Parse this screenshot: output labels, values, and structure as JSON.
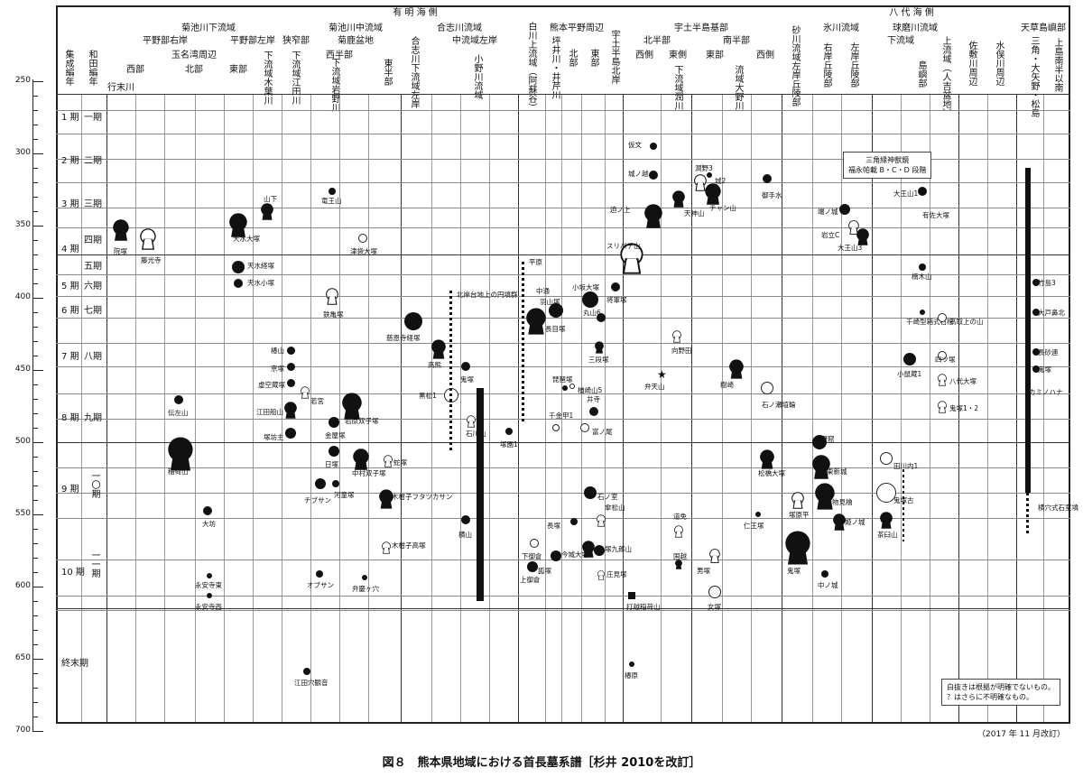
{
  "caption": "図８　熊本県地域における首長墓系譜［杉井 2010を改訂］",
  "revised_note": "（2017 年 11 月改訂）",
  "legend_note": [
    "白抜きは根拠が明確でないもの。",
    "？はさらに不明確なもの。"
  ],
  "inner_note": [
    "三角縁神獣鏡",
    "福永帕載 B・C・D 段階"
  ],
  "scale": [
    "250",
    "300",
    "350",
    "400",
    "450",
    "500",
    "550",
    "600",
    "650",
    "700"
  ],
  "col_head": {
    "shusei": "集成編年",
    "wada": "和田編年",
    "ariake": "有 明 海 側",
    "yatsushiro": "八 代 海 側"
  },
  "periods_shusei": [
    "1 期",
    "2 期",
    "3 期",
    "4 期",
    "5 期",
    "6 期",
    "7 期",
    "8 期",
    "9 期",
    "10 期",
    "終末期"
  ],
  "periods_wada": [
    "一期",
    "二期",
    "三期",
    "四期",
    "五期",
    "六期",
    "七期",
    "八期",
    "九期",
    "一〇期",
    "一一期"
  ],
  "regions": {
    "kikuchi_lower": "菊池川下流域",
    "kikuchi_mid": "菊池川中流域",
    "goshi": "合志川流域",
    "shirakawa": "白川上流域（阿蘇谷）",
    "kumamoto_plain": "熊本平野周辺",
    "uto_north": "宇土半島北岸",
    "uto_base": "宇土半島基部",
    "sunagawa": "砂川流域左岸丘陵部",
    "hikawa": "氷川流域",
    "kuma": "球磨川流域",
    "shiki": "佐敷川周辺",
    "minamata": "水俣川周辺",
    "amakusa": "天草島嶼部"
  },
  "subregions": {
    "plain_right": "平野部右岸",
    "plain_left": "平野部左岸",
    "narrow": "狭窄部",
    "tamana": "玉名湾周辺",
    "west": "西部",
    "north": "北部",
    "east": "東部",
    "yukisue": "行末川",
    "kiba": "下流域木葉川",
    "eda": "下流域江田川",
    "kanoka": "菊鹿盆地",
    "westhalf": "西半部",
    "iwano": "下流域岩野川",
    "easthalf": "東半部",
    "goshi_left": "合志川下流域左岸",
    "goshi_mid": "中流域左岸",
    "yoshi_lower": "流域",
    "koono": "小野川流域",
    "iwano2": "下流域岩野川",
    "tsuboi": "坪井川・井芹川",
    "kita": "北部",
    "higashi": "東部",
    "uto_n": "北半部",
    "uto_s": "南半部",
    "w": "西側",
    "e": "東側",
    "jun": "下流域潤川",
    "oono": "流域大野川",
    "right_hill": "右岸丘陵部",
    "left_hill": "左岸丘陵部",
    "hirano": "平野部",
    "kuma_lower": "下流域",
    "kuma_upper": "上流域（人吉盆地）",
    "kuma_right": "右岸",
    "shimago": "島嶼部",
    "sankaku": "三角・大矢野・松島",
    "kamishima": "上島南半以南"
  },
  "sites": [
    "院塚",
    "藤光寺",
    "天水大塚",
    "天水経塚",
    "天水小塚",
    "山下",
    "竜王山",
    "津袋大塚",
    "鉄亀塚",
    "伝左山",
    "稲荷山",
    "大坊",
    "永安寺東",
    "永安寺西",
    "椿山",
    "京塚",
    "虚空蔵塚",
    "江田船山",
    "塚坊主",
    "若宮",
    "金屋塚",
    "日塚",
    "中村双子塚",
    "岩原双子塚",
    "蛇塚",
    "チブサン",
    "河童塚",
    "木柑子フタツカサン",
    "木柑子高塚",
    "オブサン",
    "弁慶ヶ穴",
    "江田穴観音",
    "慈恩寺経塚",
    "高熊",
    "鬼塚",
    "黒松1",
    "石川山",
    "塚園1",
    "横山",
    "北岸台地上の円墳群",
    "平原",
    "中通",
    "長目塚",
    "下御倉",
    "上御倉",
    "小坂大塚",
    "羽山塚",
    "将軍塚",
    "丸山6",
    "三段塚",
    "琵琶塚",
    "楢崎山5",
    "千金甲1",
    "富ノ尾",
    "井寺",
    "石ノ室",
    "長塚",
    "傘松山",
    "今城大塚",
    "塚九郎山",
    "庄見塚",
    "狐塚",
    "打越稲荷山",
    "椿原",
    "仮文",
    "城ノ越",
    "迫ノ上",
    "スリバチ山",
    "天神山",
    "潤野3",
    "城2",
    "チャン山",
    "御手水",
    "向野田",
    "弁天山",
    "樹崎",
    "石ノ瀬埴輪",
    "松橋大塚",
    "道免",
    "国越",
    "男塚",
    "女塚",
    "仁王塚",
    "鬼塚",
    "塚原平",
    "大野窟",
    "東新城",
    "物見櫓",
    "姫ノ城",
    "中ノ城",
    "端ノ城",
    "岩立C",
    "大王山3",
    "大王山1",
    "有佐大塚",
    "楠木山",
    "千崎型箱式石棺",
    "小鼠蔵1",
    "鬼塚古",
    "田川内1",
    "茶臼山",
    "高取上の山",
    "八代大塚",
    "四ツ塚",
    "鬼塚1・2",
    "竹島3",
    "大戸鼻北",
    "長砂連",
    "鬼塚",
    "カミノハナ",
    "横穴式石室墳"
  ]
}
